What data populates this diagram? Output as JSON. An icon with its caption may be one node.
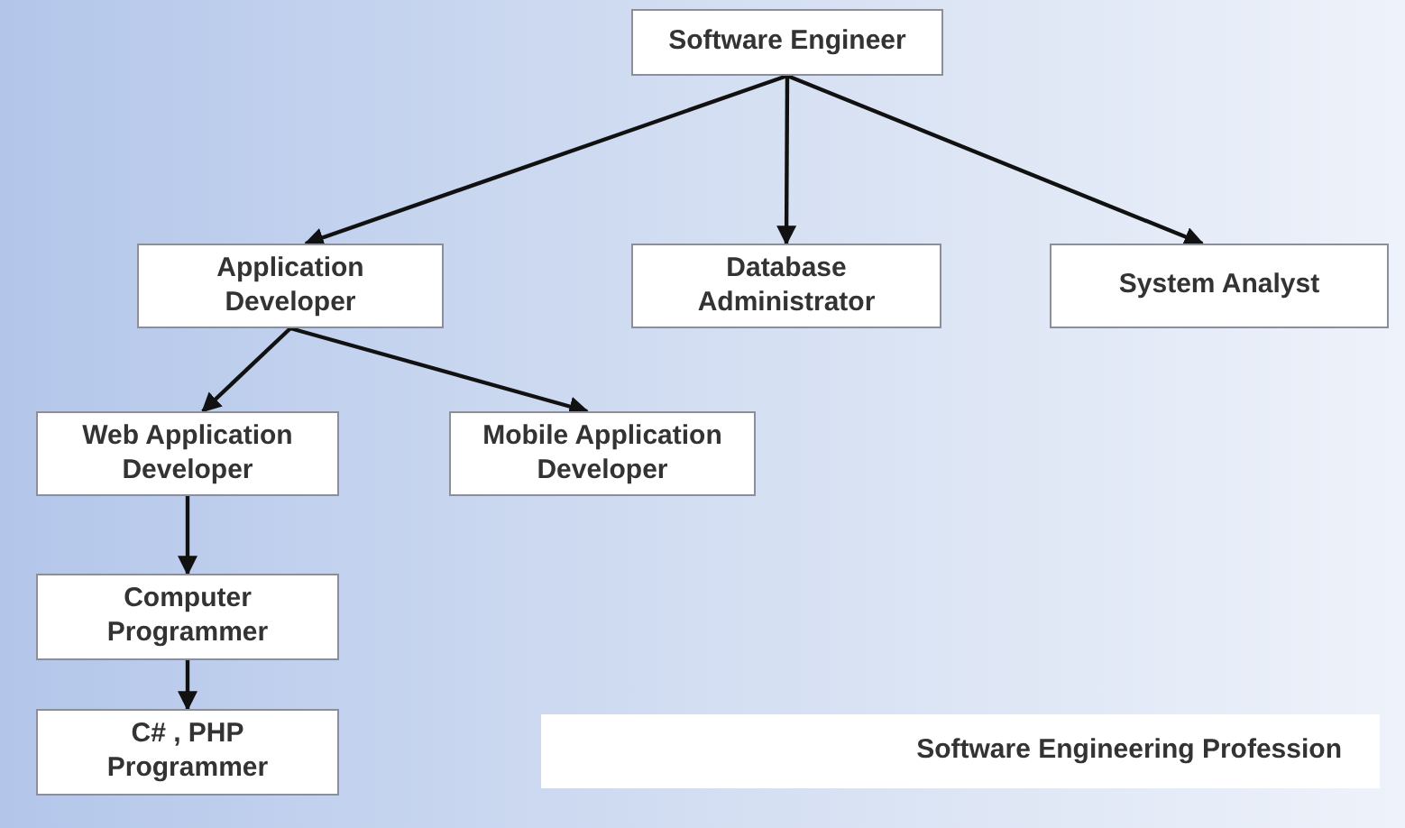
{
  "diagram": {
    "nodes": [
      {
        "text": [
          "Software Engineer"
        ]
      },
      {
        "text": [
          "Application Developer"
        ]
      },
      {
        "text": [
          "Database Administrator"
        ]
      },
      {
        "text": [
          "System Analyst"
        ]
      },
      {
        "text": [
          "Web Application Developer"
        ]
      },
      {
        "text": [
          "Mobile Application Developer"
        ]
      },
      {
        "text": [
          "Computer Programmer"
        ]
      },
      {
        "text": [
          "C# , PHP Programmer"
        ]
      },
      {
        "text": [
          "Software Engineering Profession"
        ]
      }
    ],
    "edges": [
      {
        "from": 0,
        "to": 1,
        "arrow": "to"
      },
      {
        "from": 0,
        "to": 2,
        "arrow": "to"
      },
      {
        "from": 0,
        "to": 3,
        "arrow": "to"
      },
      {
        "from": 1,
        "to": 4,
        "arrow": "to"
      },
      {
        "from": 1,
        "to": 5,
        "arrow": "to"
      },
      {
        "from": 4,
        "to": 6,
        "arrow": "to"
      },
      {
        "from": 6,
        "to": 7,
        "arrow": "to"
      }
    ]
  }
}
